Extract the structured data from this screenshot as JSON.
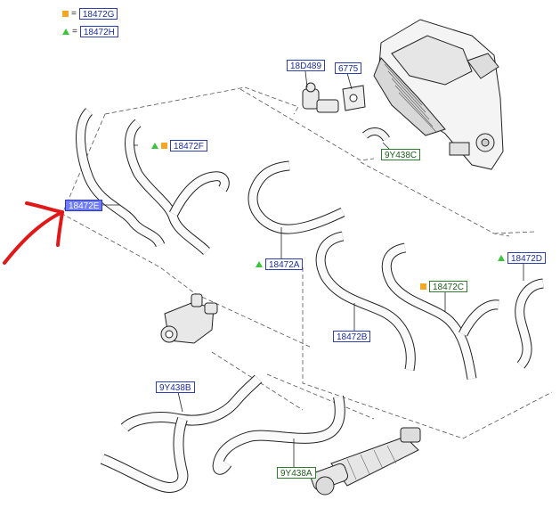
{
  "legend": {
    "square_label": "18472G",
    "triangle_label": "18472H",
    "equals": "="
  },
  "callouts": {
    "c_18D489": "18D489",
    "c_6775": "6775",
    "c_9Y438C": "9Y438C",
    "c_18472F": "18472F",
    "c_18472E": "18472E",
    "c_18472A": "18472A",
    "c_18472D": "18472D",
    "c_18472C": "18472C",
    "c_18472B": "18472B",
    "c_9Y438B": "9Y438B",
    "c_9Y438A": "9Y438A"
  },
  "colors": {
    "highlight_callout": "#6f7cff",
    "red_arrow": "#e01818",
    "square_marker": "#f5a623",
    "triangle_marker": "#3cc43c",
    "line": "#222222"
  }
}
